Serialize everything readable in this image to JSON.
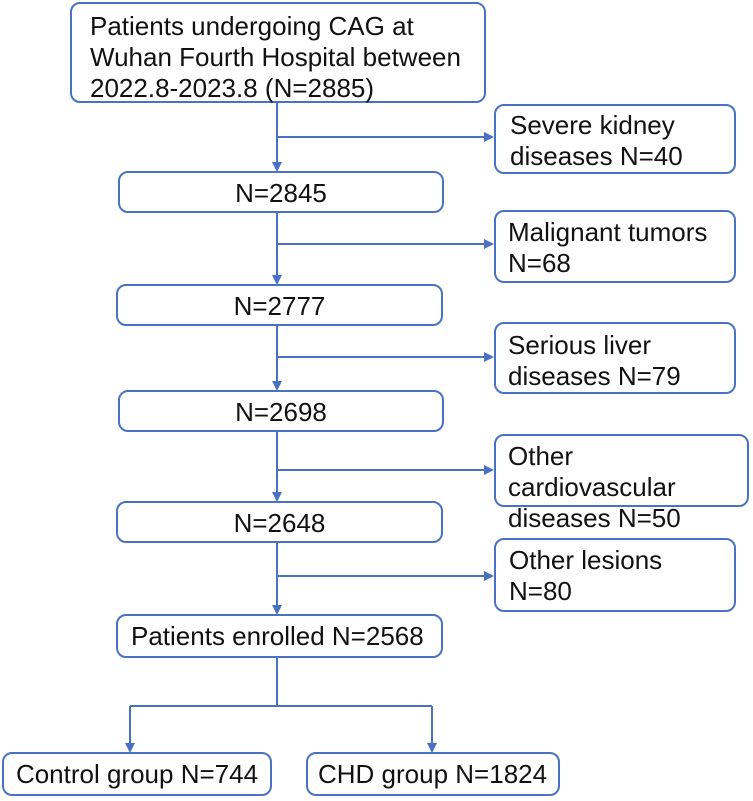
{
  "flowchart": {
    "start": {
      "lines": [
        "Patients undergoing CAG at",
        "Wuhan Fourth Hospital between",
        "2022.8-2023.8  (N=2885)"
      ]
    },
    "steps": [
      {
        "count": "N=2845"
      },
      {
        "count": "N=2777"
      },
      {
        "count": "N=2698"
      },
      {
        "count": "N=2648"
      }
    ],
    "exclusions": [
      {
        "lines": [
          "Severe kidney",
          "diseases N=40"
        ]
      },
      {
        "lines": [
          "Malignant tumors",
          "N=68"
        ]
      },
      {
        "lines": [
          "Serious liver",
          "diseases  N=79"
        ]
      },
      {
        "lines": [
          "Other cardiovascular",
          "diseases  N=50"
        ]
      },
      {
        "lines": [
          "Other lesions",
          "N=80"
        ]
      }
    ],
    "enrolled": {
      "label": "Patients enrolled N=2568"
    },
    "groups": {
      "control": {
        "label": "Control group N=744"
      },
      "chd": {
        "label": "CHD group N=1824"
      }
    }
  },
  "colors": {
    "line": "#4a72c4",
    "box_border": "#4a72c4",
    "text": "#111111"
  }
}
